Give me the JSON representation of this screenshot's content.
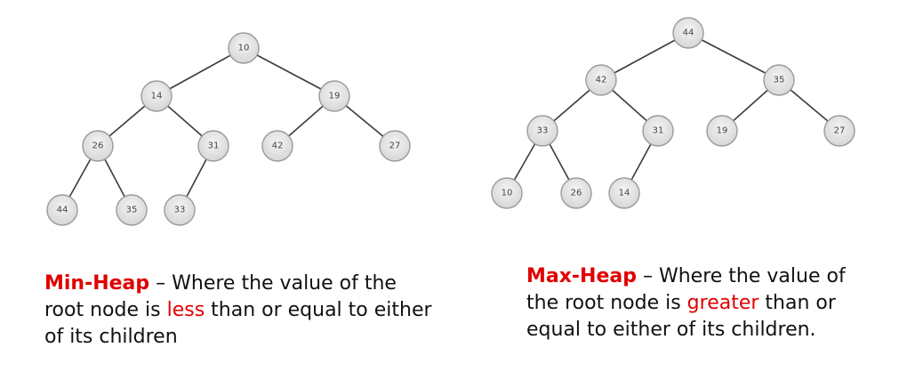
{
  "colors": {
    "highlight": "#e00000",
    "edge": "#3a3a3a",
    "node_fill": "#e4e4e4"
  },
  "min_heap": {
    "nodes": [
      "10",
      "14",
      "19",
      "26",
      "31",
      "42",
      "27",
      "44",
      "35",
      "33"
    ],
    "caption": {
      "term": "Min-Heap",
      "before": " – Where the value of the root node is ",
      "highlight": "less",
      "after": " than or equal to either of its children"
    }
  },
  "max_heap": {
    "nodes": [
      "44",
      "42",
      "35",
      "33",
      "31",
      "19",
      "27",
      "10",
      "26",
      "14"
    ],
    "caption": {
      "term": "Max-Heap",
      "before": " – Where the value of the root node is ",
      "highlight": "greater",
      "after": " than or equal to either of its children."
    }
  }
}
